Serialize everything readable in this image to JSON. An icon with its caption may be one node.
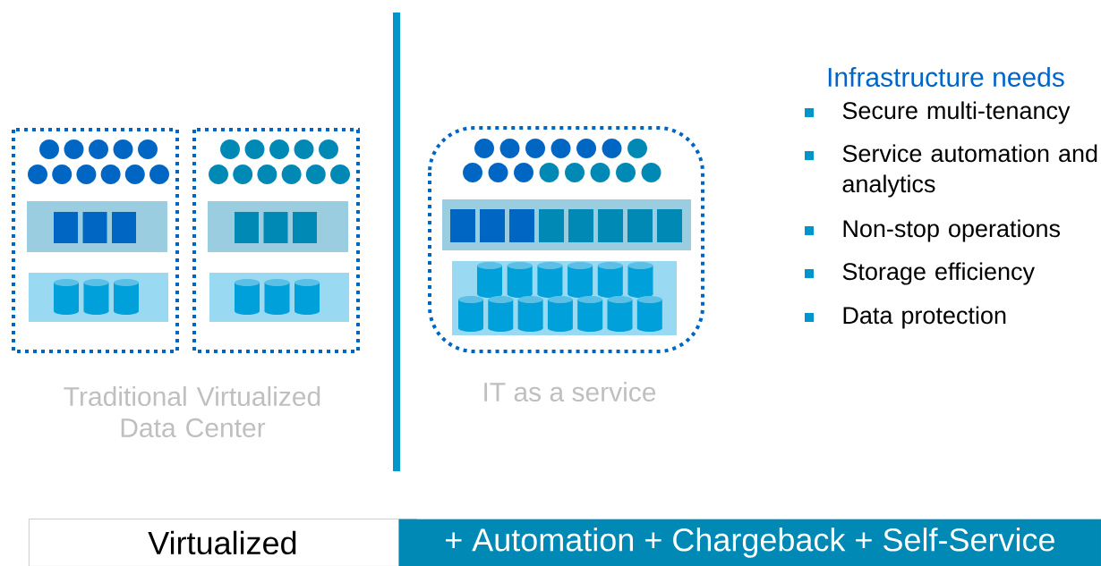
{
  "diagram": {
    "nodes": [
      {
        "text": [
          "Virtualized"
        ]
      },
      {
        "text": [
          "+ Automation + Chargeback + Self-Service"
        ]
      }
    ],
    "labels": [
      "Traditional Virtualized Data Center",
      "IT as a service",
      "Infrastructure needs",
      "Secure multi-tenancy",
      "Service automation and analytics",
      "Non-stop operations",
      "Storage efficiency",
      "Data protection"
    ]
  }
}
